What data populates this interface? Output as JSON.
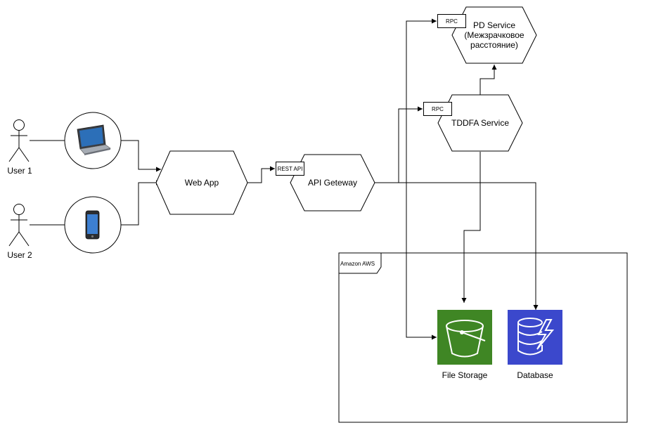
{
  "users": [
    {
      "label": "User 1",
      "device_icon": "laptop-icon"
    },
    {
      "label": "User 2",
      "device_icon": "smartphone-icon"
    }
  ],
  "nodes": {
    "web_app": "Web App",
    "api_gateway": "API Geteway",
    "tddfa_service": "TDDFA Service",
    "pd_service": "PD Service (Межзрачковое расстояние)"
  },
  "interfaces": {
    "rest_api": "REST API",
    "rpc_tddfa": "RPC",
    "rpc_pd": "RPC"
  },
  "aws": {
    "group_label": "Amazon AWS",
    "file_storage": {
      "label": "File Storage",
      "icon": "s3-bucket-icon",
      "color": "#3f8624"
    },
    "database": {
      "label": "Database",
      "icon": "dynamodb-icon",
      "color": "#3b48cc"
    }
  }
}
